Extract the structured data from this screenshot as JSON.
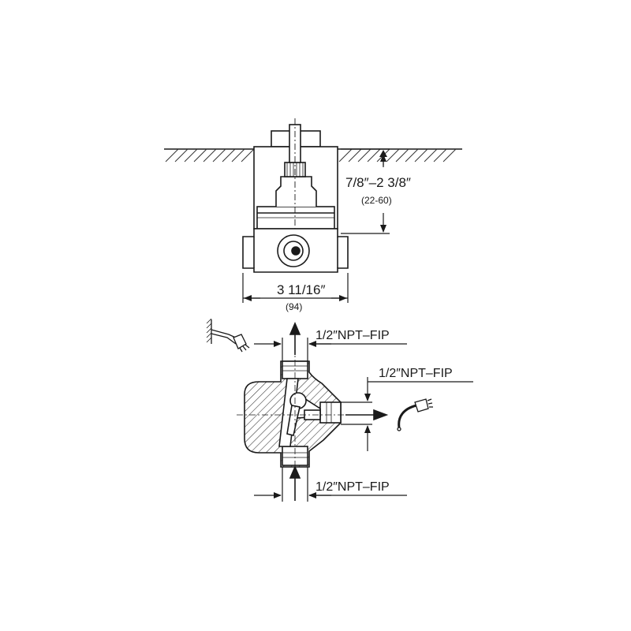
{
  "dimensions": {
    "depth_inch": "7/8″–2 3/8″",
    "depth_mm": "(22-60)",
    "width_inch": "3 11/16″",
    "width_mm": "(94)"
  },
  "ports": {
    "top_label": "1/2″NPT–FIP",
    "right_label": "1/2″NPT–FIP",
    "bottom_label": "1/2″NPT–FIP"
  }
}
